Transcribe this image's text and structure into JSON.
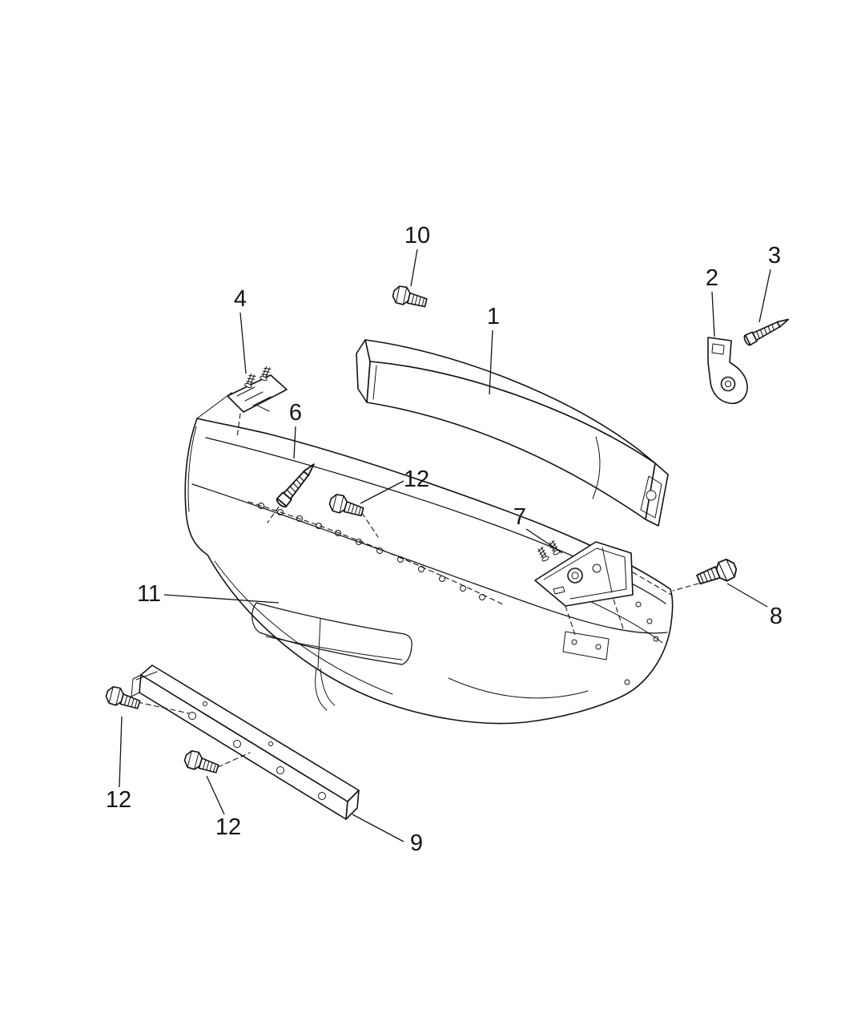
{
  "figure": {
    "background_color": "#ffffff",
    "line_color": "#141414",
    "callouts": [
      {
        "label": "1",
        "part": "reinforcement-beam"
      },
      {
        "label": "2",
        "part": "mounting-bracket"
      },
      {
        "label": "3",
        "part": "tapping-screw"
      },
      {
        "label": "4",
        "part": "end-bracket"
      },
      {
        "label": "6",
        "part": "tapping-screw"
      },
      {
        "label": "7",
        "part": "support-bracket"
      },
      {
        "label": "8",
        "part": "hex-bolt"
      },
      {
        "label": "9",
        "part": "lower-rail"
      },
      {
        "label": "10",
        "part": "hex-bolt"
      },
      {
        "label": "11",
        "part": "bumper-fascia"
      },
      {
        "label": "12",
        "part": "hex-bolt"
      },
      {
        "label": "12",
        "part": "hex-bolt"
      },
      {
        "label": "12",
        "part": "hex-bolt"
      }
    ]
  }
}
